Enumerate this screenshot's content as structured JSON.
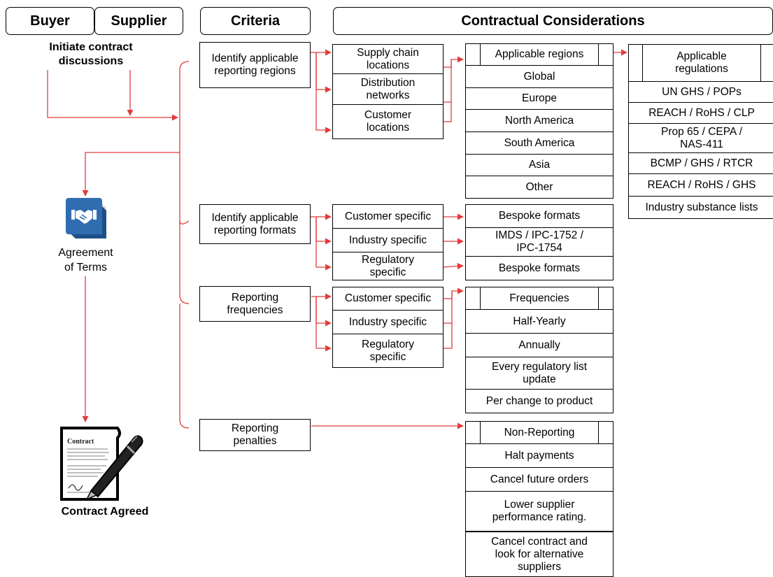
{
  "headers": {
    "buyer": "Buyer",
    "supplier": "Supplier",
    "criteria": "Criteria",
    "considerations": "Contractual Considerations"
  },
  "left": {
    "initiate": "Initiate contract\ndiscussions",
    "agreement": "Agreement\nof Terms",
    "contract_agreed": "Contract Agreed",
    "contract_doc_title": "Contract",
    "handshake_icon": "handshake-icon",
    "contract_icon": "contract-pen-icon"
  },
  "criteria": [
    "Identify applicable\nreporting regions",
    "Identify applicable\nreporting formats",
    "Reporting\nfrequencies",
    "Reporting\npenalties"
  ],
  "regions_sub": [
    "Supply chain\nlocations",
    "Distribution\nnetworks",
    "Customer\nlocations"
  ],
  "formats_sub": [
    "Customer specific",
    "Industry specific",
    "Regulatory\nspecific"
  ],
  "freq_sub": [
    "Customer specific",
    "Industry specific",
    "Regulatory\nspecific"
  ],
  "regions_table": {
    "title": "Applicable regions",
    "rows": [
      "Global",
      "Europe",
      "North America",
      "South America",
      "Asia",
      "Other"
    ]
  },
  "regulations_table": {
    "title": "Applicable\nregulations",
    "rows": [
      "UN GHS / POPs",
      "REACH / RoHS / CLP",
      "Prop 65 / CEPA /\nNAS-411",
      "BCMP / GHS / RTCR",
      "REACH / RoHS / GHS",
      "Industry substance lists"
    ]
  },
  "formats_list": [
    "Bespoke formats",
    "IMDS / IPC-1752 /\nIPC-1754",
    "Bespoke formats"
  ],
  "freq_table": {
    "title": "Frequencies",
    "rows": [
      "Half-Yearly",
      "Annually",
      "Every regulatory list\nupdate",
      "Per change to product"
    ]
  },
  "penalties_table": {
    "title": "Non-Reporting",
    "rows": [
      "Halt payments",
      "Cancel  future orders",
      "Lower supplier\nperformance rating.",
      "Cancel contract and\nlook for alternative\nsuppliers"
    ]
  },
  "colors": {
    "arrow": "#e03c3c",
    "icon_blue": "#2f6db0"
  }
}
